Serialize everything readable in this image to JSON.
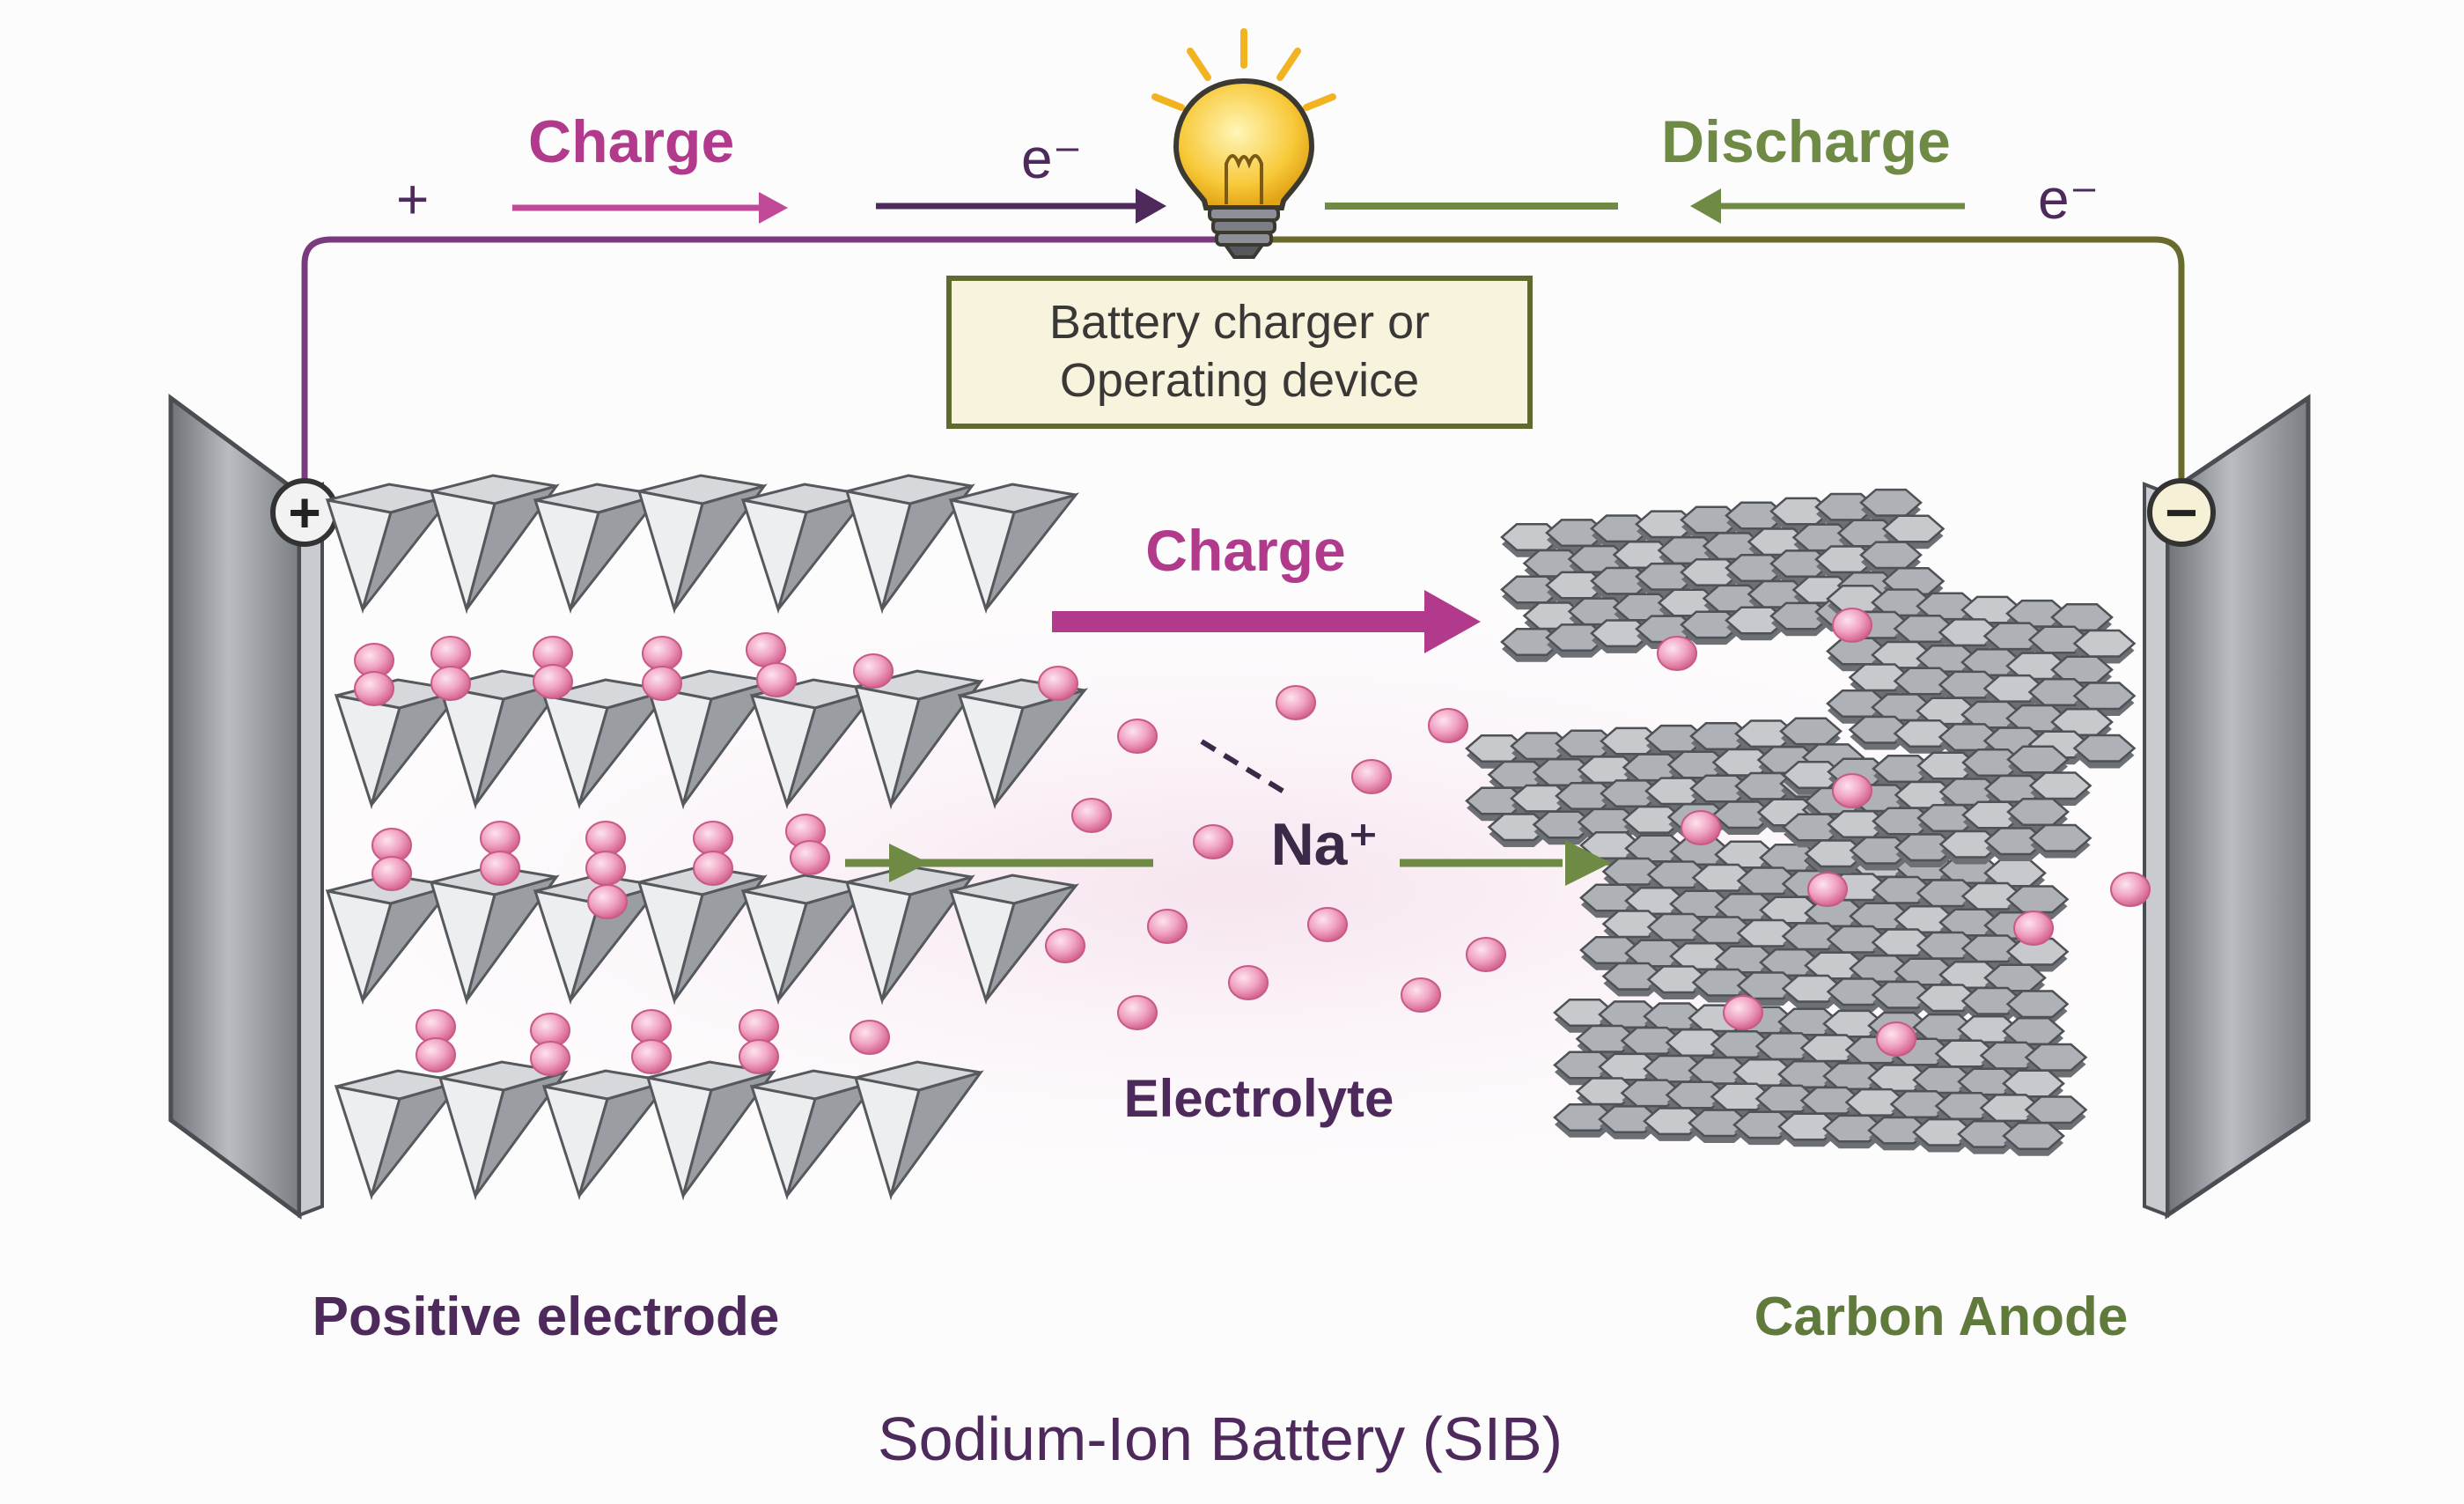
{
  "circuit": {
    "top_charge_label": "Charge",
    "top_discharge_label": "Discharge",
    "plus_sign": "+",
    "electron_left": "e⁻",
    "electron_right": "e⁻",
    "device_box_line1": "Battery charger or",
    "device_box_line2": "Operating device",
    "positive_terminal_symbol": "+",
    "negative_terminal_symbol": "−"
  },
  "cell": {
    "middle_charge_label": "Charge",
    "ion_label": "Na⁺",
    "electrolyte_label": "Electrolyte",
    "positive_electrode_label": "Positive electrode",
    "anode_label": "Carbon Anode"
  },
  "footer": {
    "title": "Sodium-Ion Battery (SIB)"
  },
  "colors": {
    "charge": "#b13a8c",
    "charge_dark": "#5a2a60",
    "discharge": "#6f8a45",
    "ion": "#f2a6c4",
    "ion_edge": "#d8628f",
    "plate": "#8a8d92",
    "box_fill": "#f7f3dc",
    "box_edge": "#5f6b2c"
  },
  "icons": {
    "bulb": "lightbulb-icon"
  }
}
